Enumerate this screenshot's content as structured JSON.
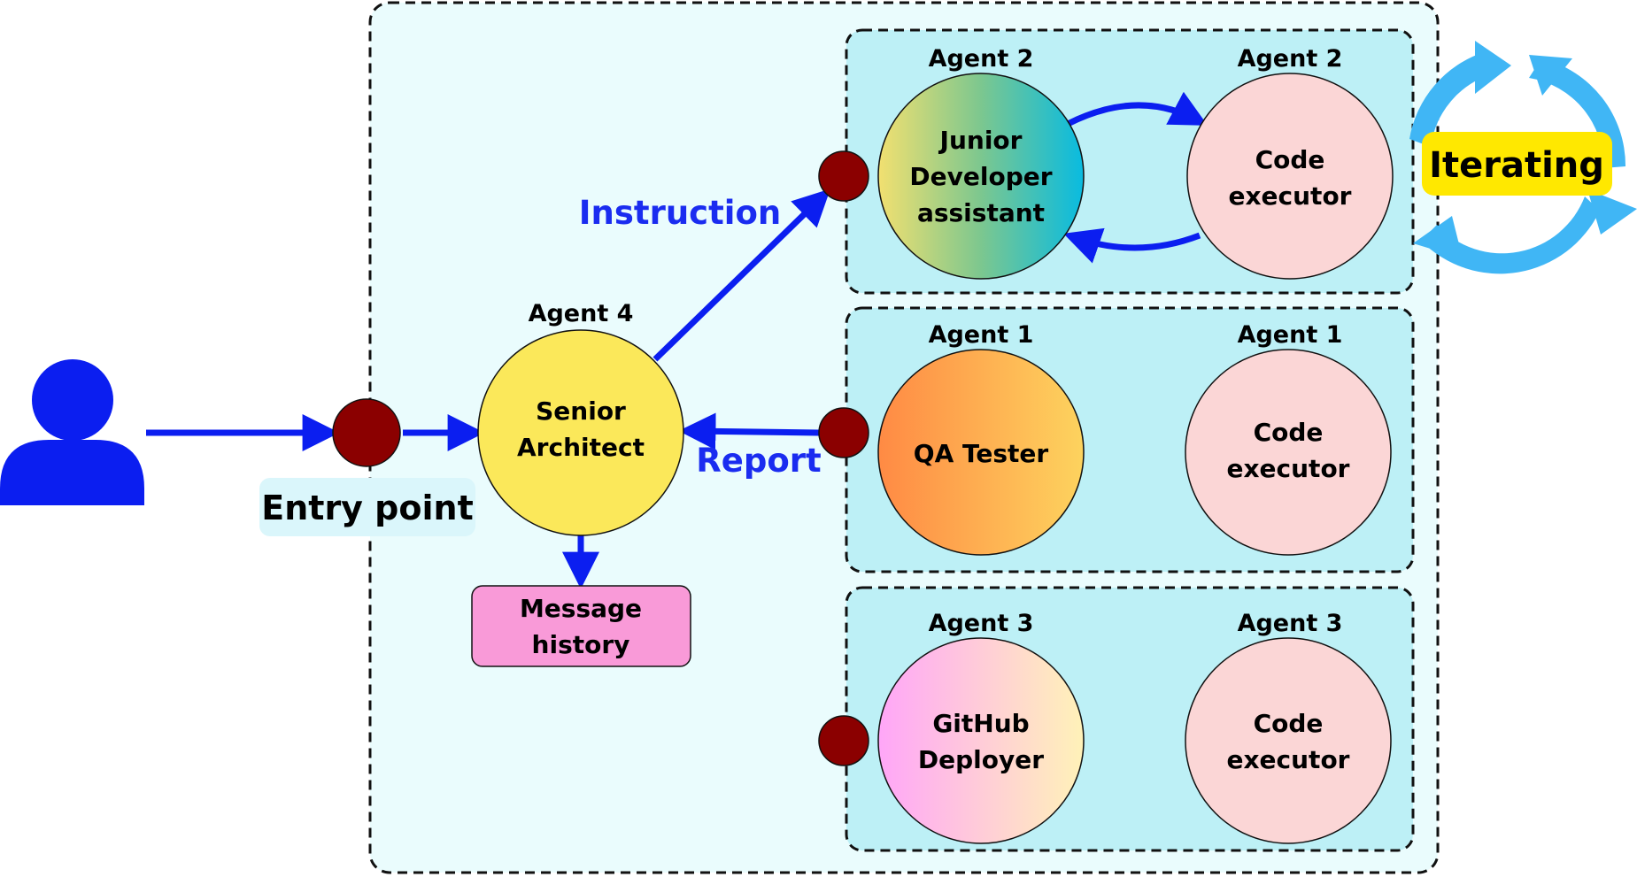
{
  "user": {
    "icon": "user-icon"
  },
  "entry_point": {
    "label": "Entry point"
  },
  "flow_labels": {
    "instruction": "Instruction",
    "report": "Report"
  },
  "senior_architect": {
    "agent_tag": "Agent 4",
    "line1": "Senior",
    "line2": "Architect"
  },
  "message_history": {
    "line1": "Message",
    "line2": "history"
  },
  "groups": [
    {
      "agent_left": "Agent 2",
      "agent_right": "Agent 2",
      "role": [
        "Junior",
        "Developer",
        "assistant"
      ],
      "executor": [
        "Code",
        "executor"
      ]
    },
    {
      "agent_left": "Agent 1",
      "agent_right": "Agent 1",
      "role": [
        "QA Tester"
      ],
      "executor": [
        "Code",
        "executor"
      ]
    },
    {
      "agent_left": "Agent 3",
      "agent_right": "Agent 3",
      "role": [
        "GitHub",
        "Deployer"
      ],
      "executor": [
        "Code",
        "executor"
      ]
    }
  ],
  "iterating": {
    "label": "Iterating",
    "icon": "cycle-arrows-icon"
  },
  "colors": {
    "arrow": "#0b1ef0",
    "node": "#8b0000",
    "container_bg": "#eafcfd",
    "group_bg": "#bdf0f6",
    "architect": "#fbe85a",
    "executor": "#fbd6d6",
    "message_history": "#f99ad8",
    "iterating_badge": "#ffe800",
    "cycle": "#40b6f5",
    "label_blue": "#1a2cf0"
  }
}
